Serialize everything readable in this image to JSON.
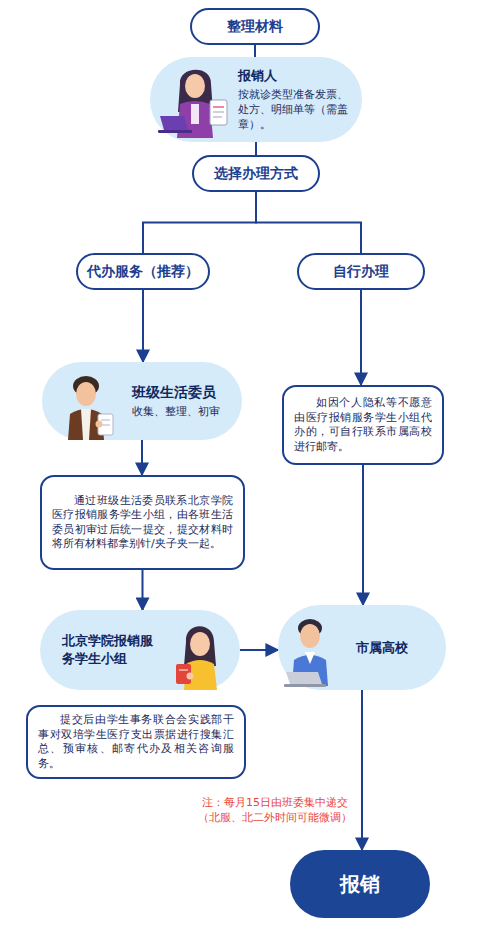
{
  "diagram": {
    "nodes": [
      {
        "text": [
          "整理材料"
        ]
      },
      {
        "text": [
          "报销人",
          "按就诊类型准备发票、处方、明细单等（需盖章）。"
        ]
      },
      {
        "text": [
          "选择办理方式"
        ]
      },
      {
        "text": [
          "代办服务（推荐）"
        ]
      },
      {
        "text": [
          "自行办理"
        ]
      },
      {
        "text": [
          "班级生活委员",
          "收集、整理、初审"
        ]
      },
      {
        "text": [
          "通过班级生活委员联系北京学院医疗报销服务学生小组，由各班生活委员初审过后统一提交，提交材料时将所有材料都拿别针/夹子夹一起。"
        ]
      },
      {
        "text": [
          "如因个人隐私等不愿意由医疗报销服务学生小组代办的，可自行联系市属高校进行邮寄。"
        ]
      },
      {
        "text": [
          "北京学院报销服务学生小组"
        ]
      },
      {
        "text": [
          "市属高校"
        ]
      },
      {
        "text": [
          "提交后由学生事务联合会实践部干事对双培学生医疗支出票据进行搜集汇总、预审核、邮寄代办及相关咨询服务。"
        ]
      },
      {
        "text": [
          "报销"
        ]
      }
    ],
    "edges": [
      {
        "from": 0,
        "to": 1,
        "arrow": "none"
      },
      {
        "from": 1,
        "to": 2,
        "arrow": "none"
      },
      {
        "from": 2,
        "to": 3,
        "arrow": "none"
      },
      {
        "from": 2,
        "to": 4,
        "arrow": "none"
      },
      {
        "from": 3,
        "to": 5,
        "arrow": "to"
      },
      {
        "from": 5,
        "to": 6,
        "arrow": "to"
      },
      {
        "from": 4,
        "to": 7,
        "arrow": "to"
      },
      {
        "from": 6,
        "to": 8,
        "arrow": "to"
      },
      {
        "from": 8,
        "to": 9,
        "arrow": "to"
      },
      {
        "from": 7,
        "to": 9,
        "arrow": "to"
      },
      {
        "from": 9,
        "to": 11,
        "arrow": "to"
      }
    ],
    "labels": [
      "注：每月15日由班委集中递交",
      "（北服、北二外时间可能微调）"
    ]
  }
}
